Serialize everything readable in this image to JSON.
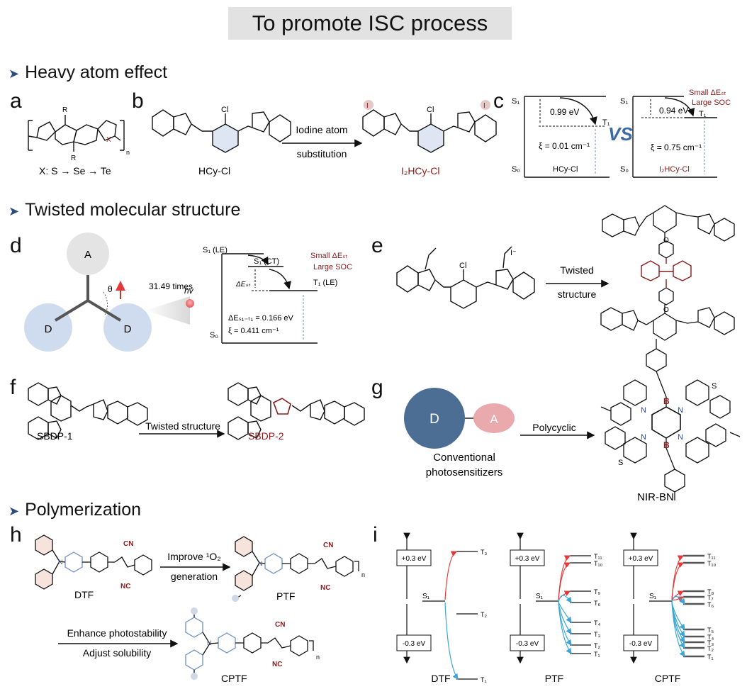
{
  "title": "To promote ISC process",
  "sections": {
    "heavy_atom": "Heavy atom effect",
    "twisted": "Twisted molecular structure",
    "polymer": "Polymerization"
  },
  "panel_letters": [
    "a",
    "b",
    "c",
    "d",
    "e",
    "f",
    "g",
    "h",
    "i"
  ],
  "panel_a": {
    "r_top": "R",
    "r_bot": "R",
    "x_label": "X",
    "n": "n",
    "caption": "X: S → Se → Te"
  },
  "panel_b": {
    "arrow_top": "Iodine atom",
    "arrow_bot": "substitution",
    "left_name": "HCy-Cl",
    "right_name": "I₂HCy-Cl",
    "cl": "Cl",
    "i": "I"
  },
  "panel_c": {
    "left": {
      "s1": "S₁",
      "t1": "T₁",
      "s0": "S₀",
      "gap": "0.99 eV",
      "xi": "ξ = 0.01 cm⁻¹",
      "name": "HCy-Cl"
    },
    "right": {
      "s1": "S₁",
      "t1": "T₁",
      "s0": "S₀",
      "gap": "0.94 eV",
      "xi": "ξ = 0.75 cm⁻¹",
      "name": "I₂HCy-Cl",
      "note1": "Small ΔEₛₜ",
      "note2": "Large SOC"
    },
    "vs": "VS"
  },
  "panel_d": {
    "a": "A",
    "d1": "D",
    "d2": "D",
    "theta": "θ",
    "times": "31.49 times",
    "hv": "hv",
    "s1le": "S₁ (LE)",
    "s1ct": "S₁ (CT)",
    "t1le": "T₁ (LE)",
    "s0": "S₀",
    "dest": "ΔEₛₜ",
    "de2": "ΔEₛ₁₋ₜ₁ = 0.166 eV",
    "xi": "ξ = 0.411 cm⁻¹",
    "note1": "Small ΔEₛₜ",
    "note2": "Large SOC"
  },
  "panel_e": {
    "arrow_top": "Twisted",
    "arrow_bot": "structure",
    "cl": "Cl",
    "iodide": "I⁻",
    "o1": "O",
    "o2": "O"
  },
  "panel_f": {
    "arrow": "Twisted structure",
    "left_name": "SBDP-1",
    "right_name": "SBDP-2"
  },
  "panel_g": {
    "d": "D",
    "a": "A",
    "cap1": "Conventional",
    "cap2": "photosensitizers",
    "arrow": "Polycyclic",
    "name": "NIR-BN"
  },
  "panel_h": {
    "arrow1_top": "Improve ¹O₂",
    "arrow1_bot": "generation",
    "arrow2_top": "Enhance photostability",
    "arrow2_bot": "Adjust solubility",
    "dtf": "DTF",
    "ptf": "PTF",
    "cptf": "CPTF",
    "cn": "CN",
    "nc": "NC",
    "n": "n"
  },
  "panel_i": {
    "plus": "+0.3 eV",
    "minus": "-0.3 eV",
    "s1": "S₁",
    "dtf": {
      "name": "DTF",
      "levels": [
        "T₃",
        "T₂",
        "T₁"
      ]
    },
    "ptf": {
      "name": "PTF",
      "levels": [
        "T₁₁",
        "T₁₀",
        "T₉",
        "T₆",
        "T₄",
        "T₃",
        "T₂",
        "T₁"
      ]
    },
    "cptf": {
      "name": "CPTF",
      "levels": [
        "T₁₁",
        "T₁₀",
        "T₈",
        "T₇",
        "T₆",
        "T₅",
        "T₄",
        "T₃",
        "T₂",
        "T₁"
      ]
    }
  },
  "colors": {
    "accent_red": "#8b1a1a",
    "arrow_red": "#e23a3a",
    "arrow_blue": "#3aa7d6",
    "bubble_gray": "#e4e4e4",
    "bubble_blue": "#cfdcf0",
    "d_navy": "#4d6e94",
    "a_pink": "#e9a9ad",
    "section_bullet": "#2b4c7e"
  }
}
